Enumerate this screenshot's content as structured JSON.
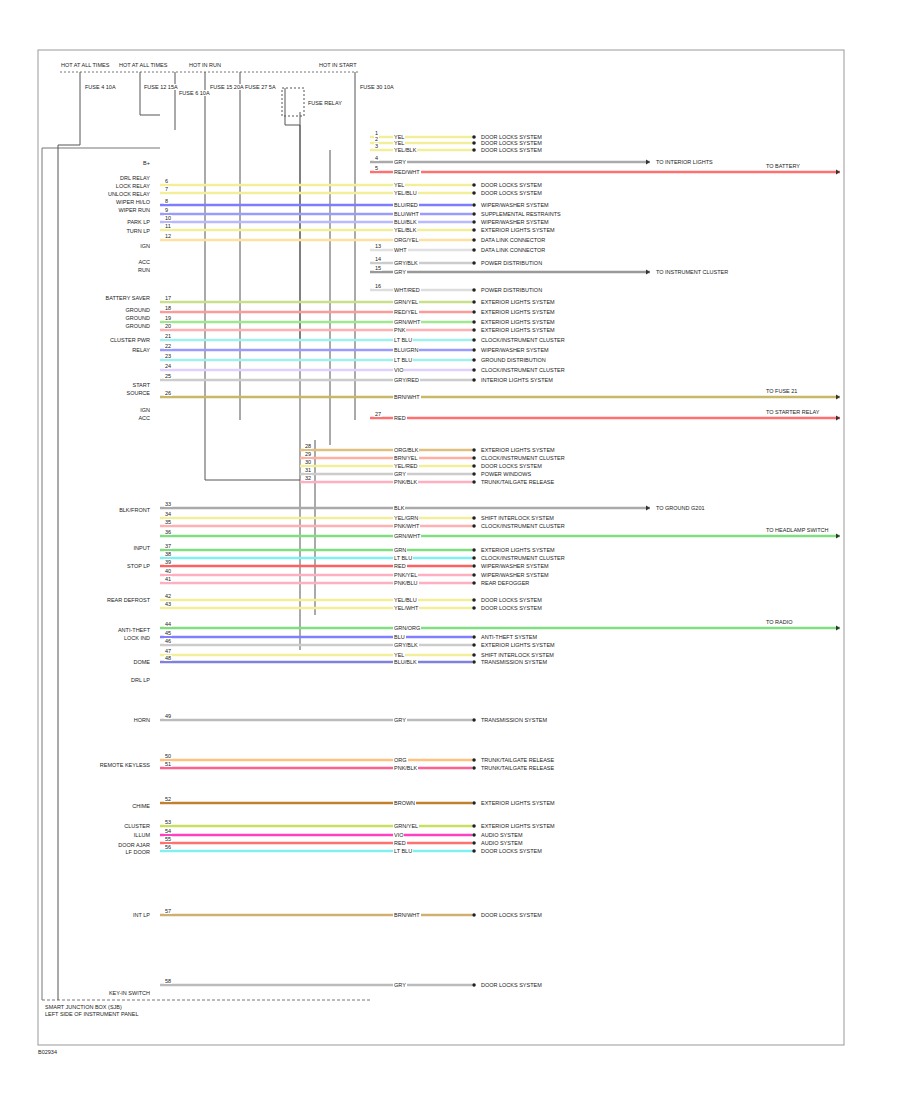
{
  "diagram": {
    "labels": [
      "HOT AT ALL TIMES",
      "HOT AT ALL TIMES",
      "HOT IN RUN",
      "HOT IN START",
      "FUSE 4 10A",
      "FUSE 12 15A",
      "FUSE 6 10A",
      "FUSE 15 20A",
      "FUSE 27 5A",
      "FUSE RELAY",
      "FUSE 30 10A",
      "B+",
      "DRL RELAY",
      "LOCK RELAY",
      "UNLOCK RELAY",
      "WIPER HI/LO",
      "WIPER RUN",
      "PARK LP",
      "TURN LP",
      "IGN",
      "ACC",
      "RUN",
      "BATTERY SAVER",
      "GROUND",
      "GROUND",
      "GROUND",
      "CLUSTER PWR",
      "RELAY",
      "START",
      "SOURCE",
      "IGN",
      "ACC",
      "BLK/FRONT",
      "INPUT",
      "STOP LP",
      "REAR DEFROST",
      "ANTI-THEFT",
      "LOCK IND",
      "DOME",
      "DRL LP",
      "HORN",
      "REMOTE KEYLESS",
      "CHIME",
      "CLUSTER",
      "ILLUM",
      "DOOR AJAR",
      "LF DOOR",
      "INT LP",
      "KEY-IN SWITCH",
      "1",
      "YEL",
      "DOOR LOCKS SYSTEM",
      "2",
      "YEL",
      "DOOR LOCKS SYSTEM",
      "3",
      "YEL/BLK",
      "DOOR LOCKS SYSTEM",
      "4",
      "GRY",
      "TO INTERIOR LIGHTS",
      "5",
      "RED/WHT",
      "TO BATTERY",
      "6",
      "YEL",
      "DOOR LOCKS SYSTEM",
      "7",
      "YEL/BLU",
      "DOOR LOCKS SYSTEM",
      "8",
      "BLU/RED",
      "WIPER/WASHER SYSTEM",
      "9",
      "BLU/WHT",
      "SUPPLEMENTAL RESTRAINTS",
      "10",
      "BLU/BLK",
      "WIPER/WASHER SYSTEM",
      "11",
      "YEL/BLK",
      "EXTERIOR LIGHTS SYSTEM",
      "12",
      "ORG/YEL",
      "DATA LINK CONNECTOR",
      "13",
      "WHT",
      "DATA LINK CONNECTOR",
      "14",
      "GRY/BLK",
      "POWER DISTRIBUTION",
      "15",
      "GRY",
      "TO INSTRUMENT CLUSTER",
      "16",
      "WHT/RED",
      "POWER DISTRIBUTION",
      "17",
      "GRN/YEL",
      "EXTERIOR LIGHTS SYSTEM",
      "18",
      "RED/YEL",
      "EXTERIOR LIGHTS SYSTEM",
      "19",
      "GRN/WHT",
      "EXTERIOR LIGHTS SYSTEM",
      "20",
      "PNK",
      "EXTERIOR LIGHTS SYSTEM",
      "21",
      "LT BLU",
      "CLOCK/INSTRUMENT CLUSTER",
      "22",
      "BLU/GRN",
      "WIPER/WASHER SYSTEM",
      "23",
      "LT BLU",
      "GROUND DISTRIBUTION",
      "24",
      "VIO",
      "CLOCK/INSTRUMENT CLUSTER",
      "25",
      "GRY/RED",
      "INTERIOR LIGHTS SYSTEM",
      "26",
      "BRN/WHT",
      "TO FUSE 21",
      "27",
      "RED",
      "TO STARTER RELAY",
      "28",
      "ORG/BLK",
      "EXTERIOR LIGHTS SYSTEM",
      "29",
      "BRN/YEL",
      "CLOCK/INSTRUMENT CLUSTER",
      "30",
      "YEL/RED",
      "DOOR LOCKS SYSTEM",
      "31",
      "GRY",
      "POWER WINDOWS",
      "32",
      "PNK/BLK",
      "TRUNK/TAILGATE RELEASE",
      "33",
      "BLK",
      "TO GROUND G201",
      "34",
      "YEL/GRN",
      "SHIFT INTERLOCK SYSTEM",
      "35",
      "PNK/WHT",
      "CLOCK/INSTRUMENT CLUSTER",
      "36",
      "GRN/WHT",
      "TO HEADLAMP SWITCH",
      "37",
      "GRN",
      "EXTERIOR LIGHTS SYSTEM",
      "38",
      "LT BLU",
      "CLOCK/INSTRUMENT CLUSTER",
      "39",
      "RED",
      "WIPER/WASHER SYSTEM",
      "40",
      "PNK/YEL",
      "WIPER/WASHER SYSTEM",
      "41",
      "PNK/BLU",
      "REAR DEFOGGER",
      "42",
      "YEL/BLU",
      "DOOR LOCKS SYSTEM",
      "43",
      "YEL/WHT",
      "DOOR LOCKS SYSTEM",
      "44",
      "GRN/ORG",
      "TO RADIO",
      "45",
      "BLU",
      "ANTI-THEFT SYSTEM",
      "46",
      "GRY/BLK",
      "EXTERIOR LIGHTS SYSTEM",
      "47",
      "YEL",
      "SHIFT INTERLOCK SYSTEM",
      "48",
      "BLU/BLK",
      "TRANSMISSION SYSTEM",
      "49",
      "GRY",
      "TRANSMISSION SYSTEM",
      "50",
      "ORG",
      "TRUNK/TAILGATE RELEASE",
      "51",
      "PNK/BLK",
      "TRUNK/TAILGATE RELEASE",
      "52",
      "BROWN",
      "EXTERIOR LIGHTS SYSTEM",
      "53",
      "GRN/YEL",
      "EXTERIOR LIGHTS SYSTEM",
      "54",
      "VIO",
      "AUDIO SYSTEM",
      "55",
      "RED",
      "AUDIO SYSTEM",
      "56",
      "LT BLU",
      "DOOR LOCKS SYSTEM",
      "57",
      "BRN/WHT",
      "DOOR LOCKS SYSTEM",
      "58",
      "GRY",
      "DOOR LOCKS SYSTEM",
      "SMART JUNCTION BOX (SJB)",
      "LEFT SIDE OF INSTRUMENT PANEL",
      "B02934"
    ]
  }
}
